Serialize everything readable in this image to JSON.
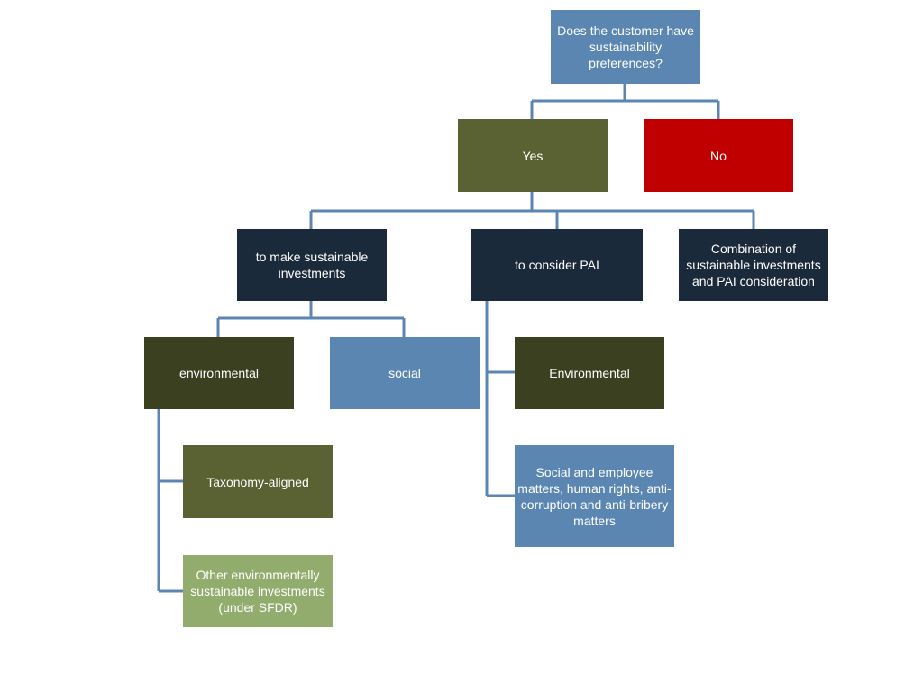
{
  "diagram": {
    "question": "Does the customer have sustainability preferences?",
    "yes": "Yes",
    "no": "No",
    "option_investments": "to make sustainable investments",
    "option_pai": "to consider PAI",
    "option_combination": "Combination of sustainable investments and PAI consideration",
    "inv_environmental": "environmental",
    "inv_social": "social",
    "env_taxonomy": "Taxonomy-aligned",
    "env_other": "Other environmentally sustainable investments (under SFDR)",
    "pai_environmental": "Environmental",
    "pai_social": "Social  and employee matters, human rights, anti-corruption and anti-bribery matters"
  },
  "colors": {
    "connector": "#5b86b2",
    "question_box": "#5b86b2",
    "yes_box": "#5a6233",
    "no_box": "#c00000",
    "option_box": "#1b2a3b",
    "category_box": "#3b4021",
    "social_box": "#5b86b2",
    "taxonomy_box": "#5a6233",
    "other_env_box": "#92ac6e"
  }
}
